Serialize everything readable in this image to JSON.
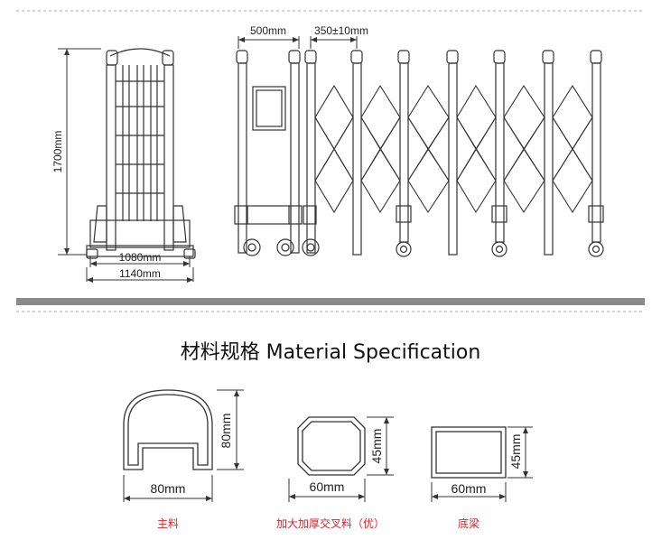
{
  "title": "材料规格 Material Specification",
  "folded_view": {
    "height_label": "1700mm",
    "inner_width_label": "1080mm",
    "outer_width_label": "1140mm"
  },
  "gate_view": {
    "head_width_label": "500mm",
    "spacing_label": "350±10mm"
  },
  "profiles": [
    {
      "width_label": "80mm",
      "height_label": "80mm",
      "caption": "主料"
    },
    {
      "width_label": "60mm",
      "height_label": "45mm",
      "caption": "加大加厚交叉料（优）"
    },
    {
      "width_label": "60mm",
      "height_label": "45mm",
      "caption": "底梁"
    }
  ],
  "colors": {
    "line": "#333333",
    "divider": "#8a8a8a",
    "caption": "#e0202a"
  }
}
